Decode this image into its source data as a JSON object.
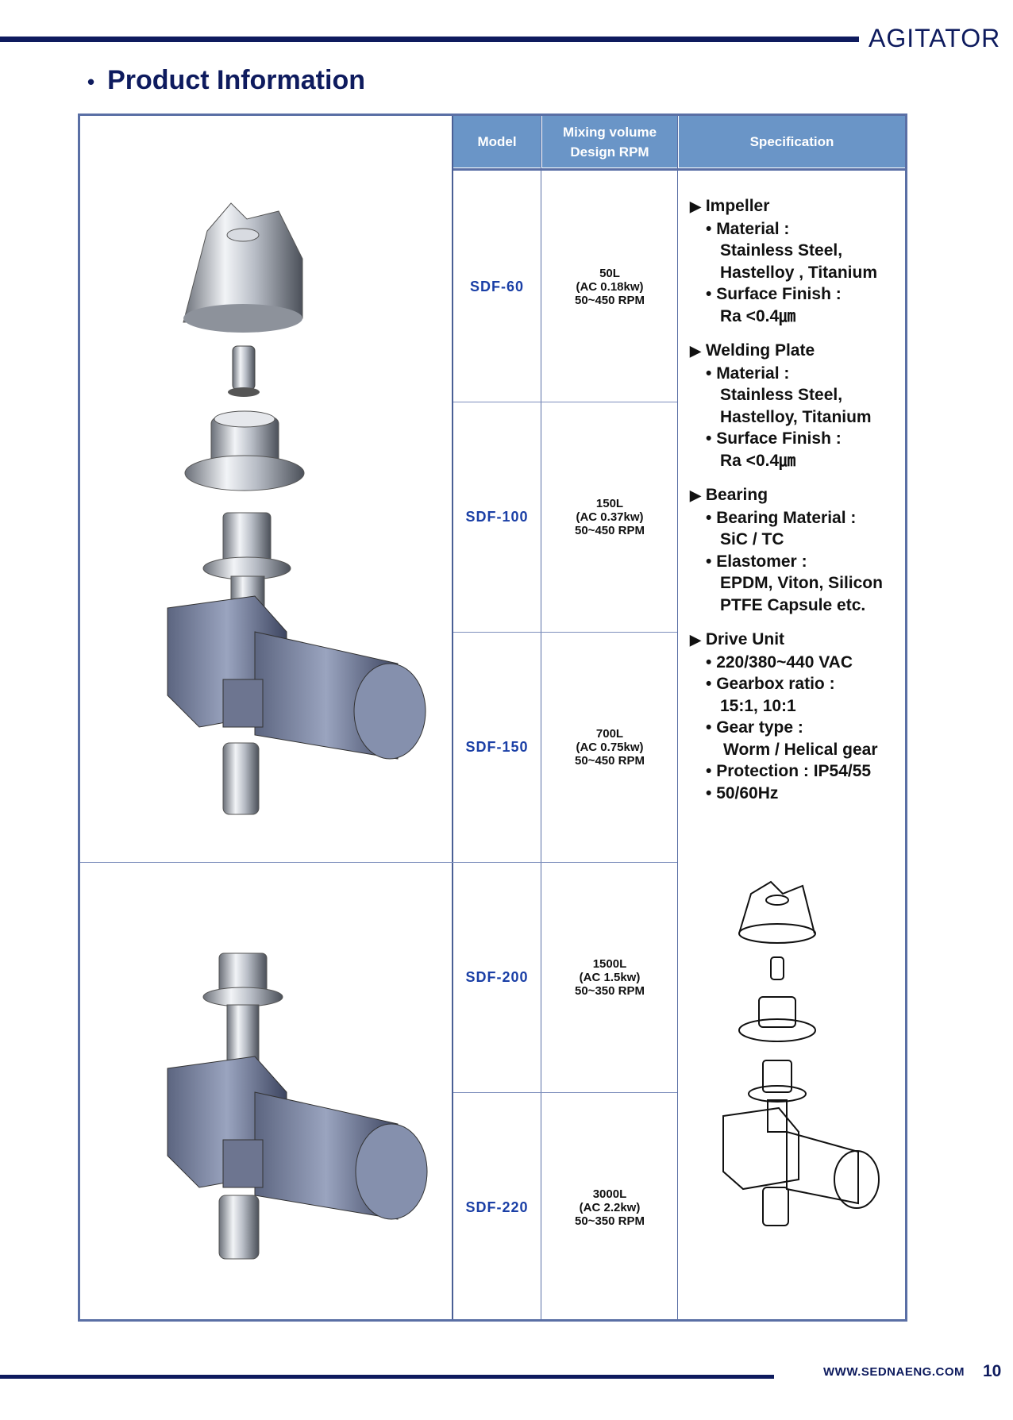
{
  "header": {
    "brand": "AGITATOR",
    "bullet": "•",
    "title": "Product Information"
  },
  "table": {
    "col_model": "Model",
    "col_mixing_line1": "Mixing volume",
    "col_mixing_line2": "Design RPM",
    "col_spec": "Specification",
    "rows": [
      {
        "model": "SDF-60",
        "volume": "50L",
        "power": "(AC 0.18kw)",
        "rpm": "50~450 RPM"
      },
      {
        "model": "SDF-100",
        "volume": "150L",
        "power": "(AC 0.37kw)",
        "rpm": "50~450 RPM"
      },
      {
        "model": "SDF-150",
        "volume": "700L",
        "power": "(AC 0.75kw)",
        "rpm": "50~450 RPM"
      },
      {
        "model": "SDF-200",
        "volume": "1500L",
        "power": "(AC 1.5kw)",
        "rpm": "50~350 RPM"
      },
      {
        "model": "SDF-220",
        "volume": "3000L",
        "power": "(AC 2.2kw)",
        "rpm": "50~350 RPM"
      }
    ]
  },
  "specification": {
    "impeller": {
      "title": "Impeller",
      "material_label": "Material :",
      "material_line1": "Stainless Steel,",
      "material_line2": "Hastelloy , Titanium",
      "finish_label": "Surface Finish :",
      "finish_value": "Ra <0.4㎛"
    },
    "welding_plate": {
      "title": "Welding Plate",
      "material_label": "Material :",
      "material_line1": "Stainless Steel,",
      "material_line2": "Hastelloy, Titanium",
      "finish_label": "Surface Finish :",
      "finish_value": "Ra <0.4㎛"
    },
    "bearing": {
      "title": "Bearing",
      "material_label": "Bearing Material :",
      "material_value": "SiC / TC",
      "elastomer_label": "Elastomer :",
      "elastomer_line1": "EPDM, Viton, Silicon",
      "elastomer_line2": "PTFE Capsule etc."
    },
    "drive_unit": {
      "title": "Drive Unit",
      "voltage": "220/380~440 VAC",
      "gearbox_label": "Gearbox ratio :",
      "gearbox_value": "15:1, 10:1",
      "gear_type_label": "Gear type :",
      "gear_type_value": "Worm / Helical gear",
      "protection": "Protection : IP54/55",
      "frequency": "50/60Hz"
    }
  },
  "footer": {
    "url": "WWW.SEDNAENG.COM",
    "page": "10"
  }
}
